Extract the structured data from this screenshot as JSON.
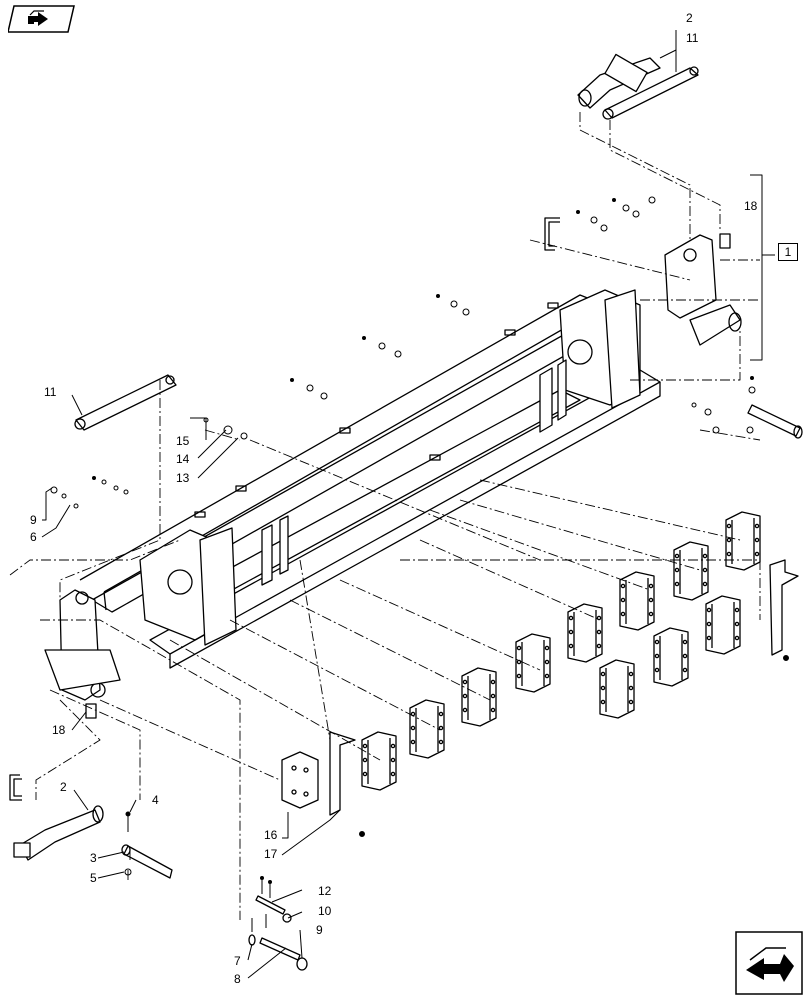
{
  "callouts": {
    "c2_top": "2",
    "c11_top": "11",
    "c18_right": "18",
    "c1_boxed": "1",
    "c11_left": "11",
    "c15": "15",
    "c14": "14",
    "c13": "13",
    "c9_left": "9",
    "c6": "6",
    "c18_left": "18",
    "c2_bottom": "2",
    "c4": "4",
    "c3": "3",
    "c5": "5",
    "c16": "16",
    "c17": "17",
    "c12": "12",
    "c10": "10",
    "c9_bottom": "9",
    "c7": "7",
    "c8": "8"
  },
  "icons": {
    "top_left": "back-page-arrow-icon",
    "bottom_right": "next-page-arrow-icon"
  }
}
